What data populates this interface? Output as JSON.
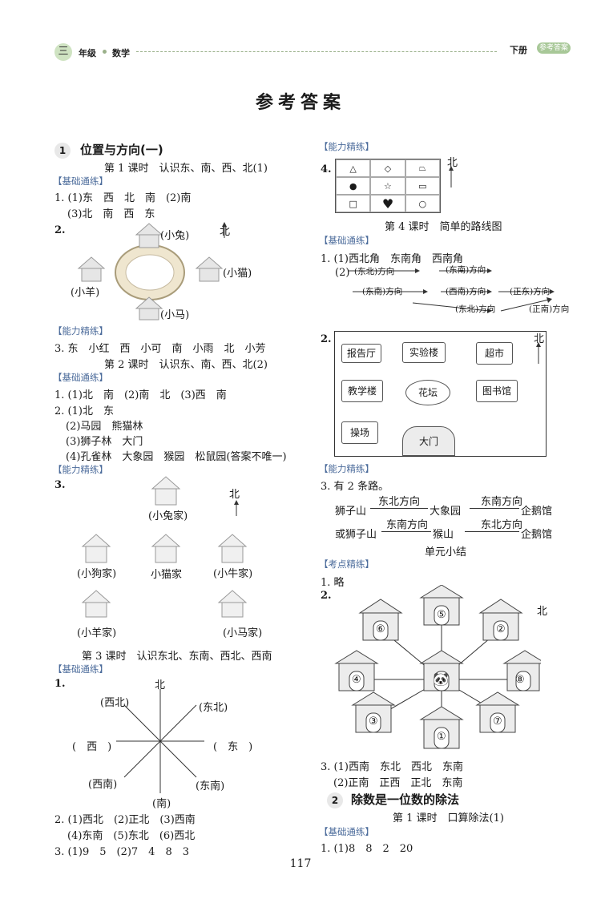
{
  "header": {
    "grade_num": "三",
    "grade_label": "年级",
    "subject": "数学",
    "volume": "下册",
    "badge": "参考答案"
  },
  "title": "参考答案",
  "page_number": "117",
  "left": {
    "sec1_num": "1",
    "sec1_title": "位置与方向(一)",
    "lesson1": "第 1 课时　认识东、南、西、北(1)",
    "tag_basic": "【基础通练】",
    "tag_ability": "【能力精练】",
    "l1a": "1. (1)东　西　北　南　(2)南",
    "l1b": "(3)北　南　西　东",
    "q2": "2.",
    "rabbit": "(小兔)",
    "cat": "(小猫)",
    "sheep": "(小羊)",
    "horse": "(小马)",
    "north": "北",
    "q3": "3. 东　小红　西　小可　南　小雨　北　小芳",
    "lesson2": "第 2 课时　认识东、南、西、北(2)",
    "m1": "1. (1)北　南　(2)南　北　(3)西　南",
    "m2": "2. (1)北　东",
    "m3": "(2)马园　熊猫林",
    "m4": "(3)狮子林　大门",
    "m5": "(4)孔雀林　大象园　猴园　松鼠园(答案不唯一)",
    "q3b": "3.",
    "rabbit_home": "(小兔家)",
    "dog_home": "(小狗家)",
    "cat_home": "小猫家",
    "cow_home": "(小牛家)",
    "sheep_home": "(小羊家)",
    "horse_home": "(小马家)",
    "lesson3": "第 3 课时　认识东北、东南、西北、西南",
    "c1": "1.",
    "c_n": "北",
    "c_nw": "(西北)",
    "c_ne": "(东北)",
    "c_w": "(　西　)",
    "c_e": "(　东　)",
    "c_sw": "(西南)",
    "c_se": "(东南)",
    "c_s": "(南)",
    "c2a": "2. (1)西北　(2)正北　(3)西南",
    "c2b": "(4)东南　(5)东北　(6)西北",
    "c3": "3. (1)9　5　(2)7　4　8　3"
  },
  "right": {
    "tag_ability": "【能力精练】",
    "tag_basic": "【基础通练】",
    "tag_exam": "【考点精练】",
    "q4": "4.",
    "north": "北",
    "lesson4": "第 4 课时　简单的路线图",
    "r1": "1. (1)西北角　东南角　西南角",
    "r2": "(2)",
    "dir1": "(东北)方向",
    "dir2": "(东南)方向",
    "dir3": "(东南)方向",
    "dir4": "(西南)方向",
    "dir5": "(正东)方向",
    "dir6": "(东北)方向",
    "dir7": "(正南)方向",
    "q2": "2.",
    "report": "报告厅",
    "lab": "实验楼",
    "market": "超市",
    "teach": "教学楼",
    "garden": "花坛",
    "library": "图书馆",
    "play": "操场",
    "gate": "大门",
    "q3": "3. 有 2 条路。",
    "p1a": "狮子山",
    "p1b": "东北方向",
    "p1c": "大象园",
    "p1d": "东南方向",
    "p1e": "企鹅馆",
    "p2a": "或狮子山",
    "p2b": "东南方向",
    "p2c": "猴山",
    "p2d": "东北方向",
    "p2e": "企鹅馆",
    "summary": "单元小结",
    "e1": "1. 略",
    "e2": "2.",
    "h6": "⑥",
    "h5": "⑤",
    "h2": "②",
    "h4": "④",
    "h8": "⑧",
    "h3": "③",
    "h7": "⑦",
    "h1": "①",
    "e3a": "3. (1)西南　东北　西北　东南",
    "e3b": "(2)正南　正西　正北　东南",
    "sec2_num": "2",
    "sec2_title": "除数是一位数的除法",
    "lesson5": "第 1 课时　口算除法(1)",
    "d1": "1. (1)8　8　2　20"
  }
}
